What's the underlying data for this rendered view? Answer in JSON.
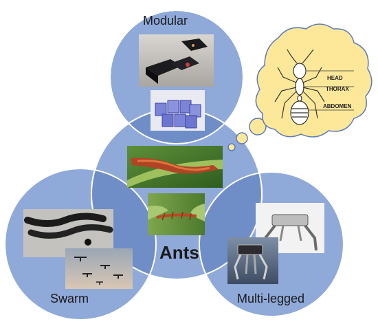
{
  "labels": {
    "top": "Modular",
    "center": "Ants",
    "left": "Swarm",
    "right": "Multi-legged"
  },
  "ant_diagram": {
    "parts": [
      "HEAD",
      "THORAX",
      "ABDOMEN"
    ]
  },
  "colors": {
    "circle_fill": "#8fa9d9",
    "circle_stroke": "#ffffff",
    "overlap_fill": "#6f8ec8",
    "bubble_fill": "#fde89a",
    "bubble_stroke": "#5b7ab8"
  }
}
